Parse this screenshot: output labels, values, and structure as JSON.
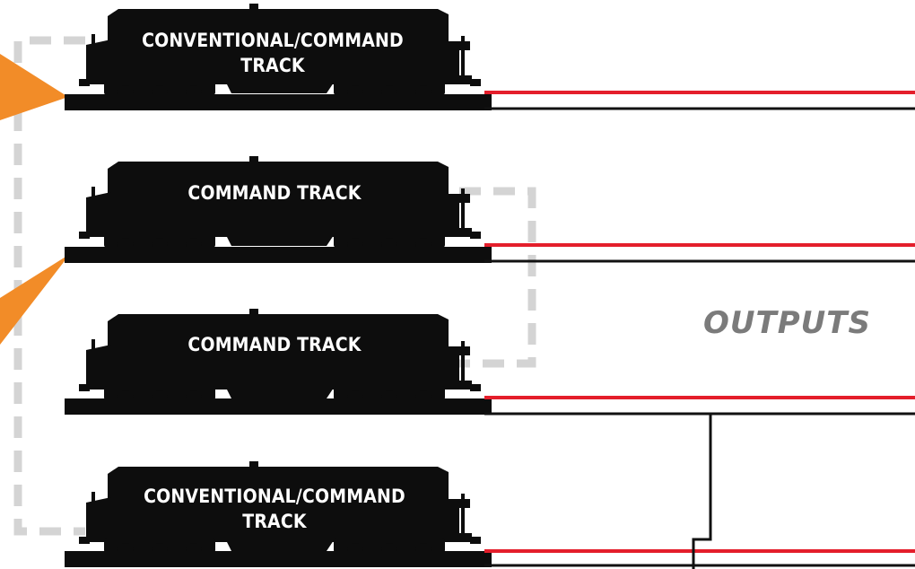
{
  "locomotives": [
    {
      "label": "CONVENTIONAL/COMMAND\nTRACK"
    },
    {
      "label": "COMMAND TRACK"
    },
    {
      "label": "COMMAND TRACK"
    },
    {
      "label": "CONVENTIONAL/COMMAND\nTRACK"
    }
  ],
  "outputs": {
    "label": "OUTPUTS"
  },
  "colors": {
    "rail": "#0d0d0d",
    "red_wire": "#e41e2b",
    "black_wire": "#111111",
    "outline": "#d4d4d4",
    "pointer": "#f28c28",
    "label_text": "#ffffff",
    "outputs_text": "#7b7b7b"
  }
}
